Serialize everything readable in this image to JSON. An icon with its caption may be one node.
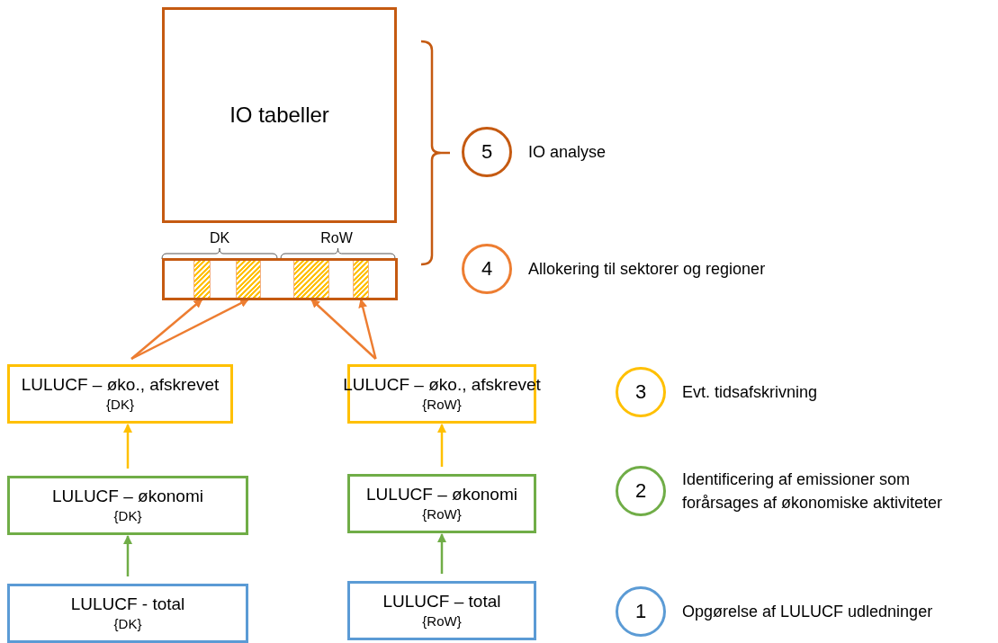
{
  "diagram": {
    "nodes": [
      {
        "text": [
          "IO tabeller"
        ]
      },
      {
        "text": [],
        "shape": "bar"
      },
      {
        "text": [],
        "shape": "bar",
        "in": 1
      },
      {
        "text": [],
        "shape": "bar",
        "in": 1
      },
      {
        "text": [],
        "shape": "bar",
        "in": 1
      },
      {
        "text": [],
        "shape": "bar",
        "in": 1
      },
      {
        "text": [
          "LULUCF – øko., afskrevet",
          "{DK}"
        ]
      },
      {
        "text": [
          "LULUCF – øko., afskrevet",
          "{RoW}"
        ]
      },
      {
        "text": [
          "LULUCF – økonomi",
          "{DK}"
        ]
      },
      {
        "text": [
          "LULUCF – økonomi",
          "{RoW}"
        ]
      },
      {
        "text": [
          "LULUCF - total",
          "{DK}"
        ]
      },
      {
        "text": [
          "LULUCF – total",
          "{RoW}"
        ]
      },
      {
        "text": [
          "5"
        ],
        "beside": [
          "IO analyse"
        ]
      },
      {
        "text": [
          "4"
        ],
        "beside": [
          "Allokering til sektorer og regioner"
        ]
      },
      {
        "text": [
          "3"
        ],
        "beside": [
          "Evt. tidsafskrivning"
        ]
      },
      {
        "text": [
          "2"
        ],
        "beside": [
          "Identificering af emissioner som forårsages af økonomiske aktiviteter"
        ]
      },
      {
        "text": [
          "1"
        ],
        "beside": [
          "Opgørelse af LULUCF udledninger"
        ]
      }
    ],
    "edges": [
      {
        "from": 6,
        "to": 2,
        "arrow": "to"
      },
      {
        "from": 6,
        "to": 3,
        "arrow": "to"
      },
      {
        "from": 7,
        "to": 4,
        "arrow": "to"
      },
      {
        "from": 7,
        "to": 5,
        "arrow": "to"
      },
      {
        "from": 8,
        "to": 6,
        "arrow": "to",
        "color": "#ffc000"
      },
      {
        "from": 9,
        "to": 7,
        "arrow": "to",
        "color": "#ffc000"
      },
      {
        "from": 10,
        "to": 8,
        "arrow": "to",
        "color": "#70ad47"
      },
      {
        "from": 11,
        "to": 9,
        "arrow": "to",
        "color": "#70ad47"
      }
    ],
    "labels": [
      "DK",
      "RoW"
    ]
  }
}
